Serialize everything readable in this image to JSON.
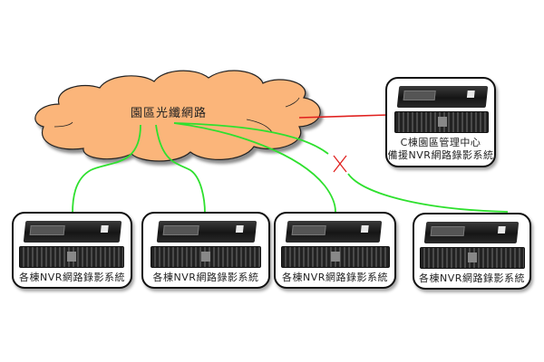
{
  "cloud": {
    "label": "園區光纖網路",
    "fill": "#fbb57a"
  },
  "backup": {
    "line1": "C棟園區管理中心",
    "line2": "備援NVR網路錄影系統"
  },
  "nodes": [
    {
      "label": "各棟NVR網路錄影系統"
    },
    {
      "label": "各棟NVR網路錄影系統"
    },
    {
      "label": "各棟NVR網路錄影系統"
    },
    {
      "label": "各棟NVR網路錄影系統"
    }
  ],
  "links": {
    "fiber_color": "#2ee02e",
    "backup_link_color": "#e0201e",
    "broken_mark": "✕"
  }
}
